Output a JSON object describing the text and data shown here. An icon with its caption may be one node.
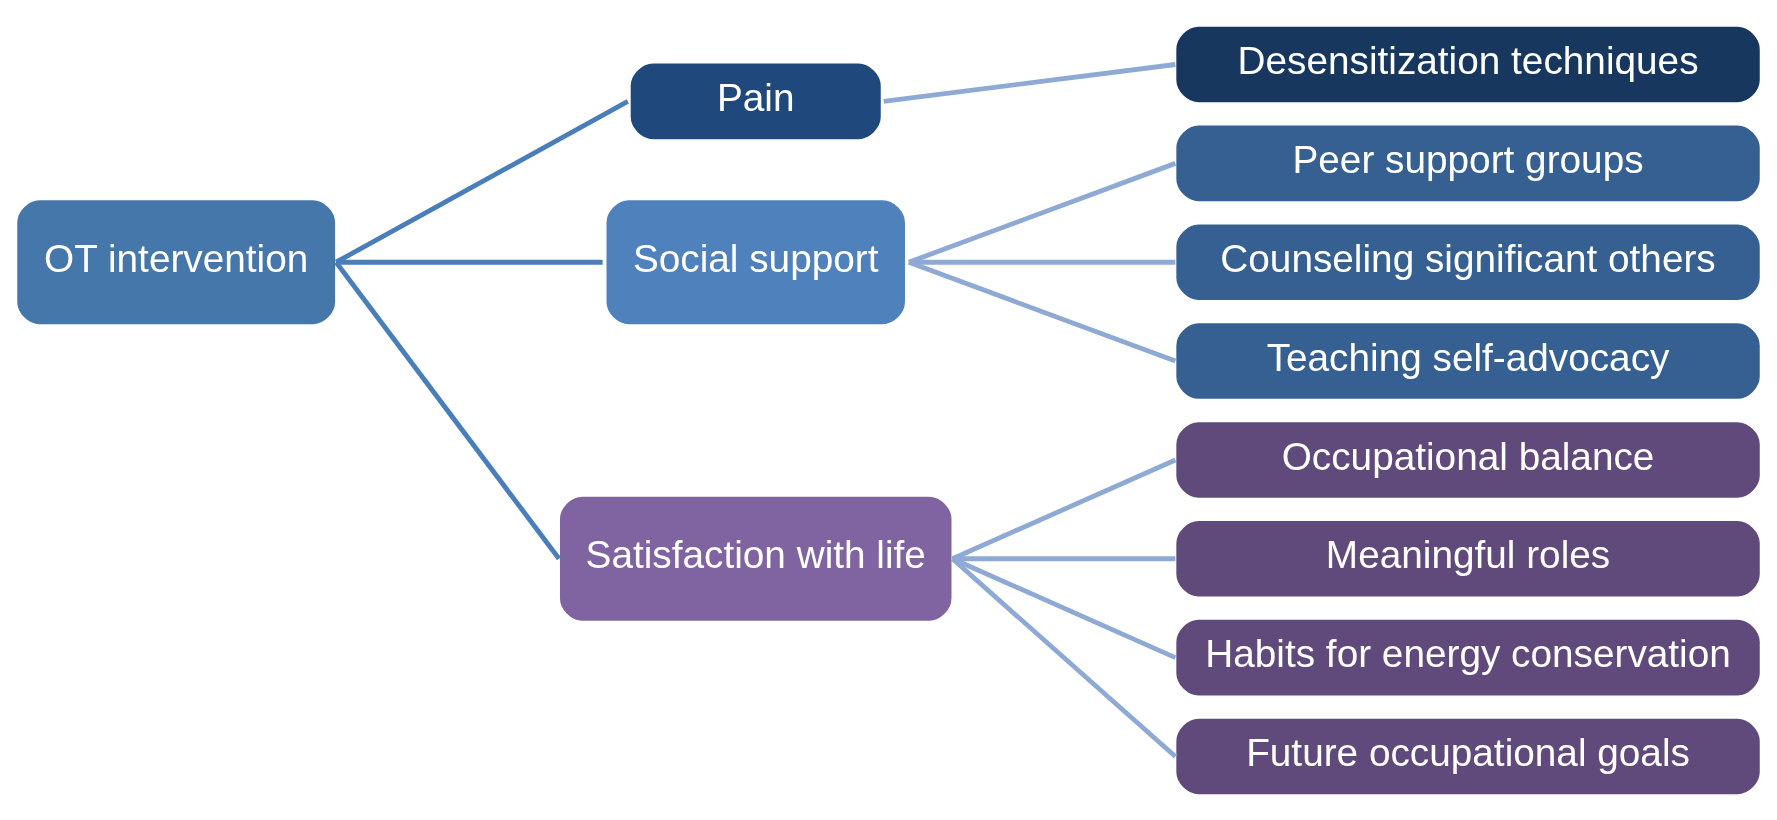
{
  "diagram": {
    "nodes": [
      {
        "text": [
          "OT intervention"
        ]
      },
      {
        "text": [
          "Pain"
        ]
      },
      {
        "text": [
          "Social support"
        ]
      },
      {
        "text": [
          "Satisfaction with life"
        ]
      },
      {
        "text": [
          "Desensitization techniques"
        ]
      },
      {
        "text": [
          "Peer support groups"
        ]
      },
      {
        "text": [
          "Counseling significant others"
        ]
      },
      {
        "text": [
          "Teaching self-advocacy"
        ]
      },
      {
        "text": [
          "Occupational balance"
        ]
      },
      {
        "text": [
          "Meaningful roles"
        ]
      },
      {
        "text": [
          "Habits for energy conservation"
        ]
      },
      {
        "text": [
          "Future occupational goals"
        ]
      }
    ],
    "edges": [
      {
        "from": 0,
        "to": 1,
        "arrow": "none",
        "color": "#4a7ebb"
      },
      {
        "from": 0,
        "to": 2,
        "arrow": "none",
        "color": "#4a7ebb"
      },
      {
        "from": 0,
        "to": 3,
        "arrow": "none",
        "color": "#4a7ebb"
      },
      {
        "from": 1,
        "to": 4,
        "arrow": "none"
      },
      {
        "from": 2,
        "to": 5,
        "arrow": "none"
      },
      {
        "from": 2,
        "to": 6,
        "arrow": "none"
      },
      {
        "from": 2,
        "to": 7,
        "arrow": "none"
      },
      {
        "from": 3,
        "to": 8,
        "arrow": "none"
      },
      {
        "from": 3,
        "to": 9,
        "arrow": "none"
      },
      {
        "from": 3,
        "to": 10,
        "arrow": "none"
      },
      {
        "from": 3,
        "to": 11,
        "arrow": "none"
      }
    ]
  }
}
